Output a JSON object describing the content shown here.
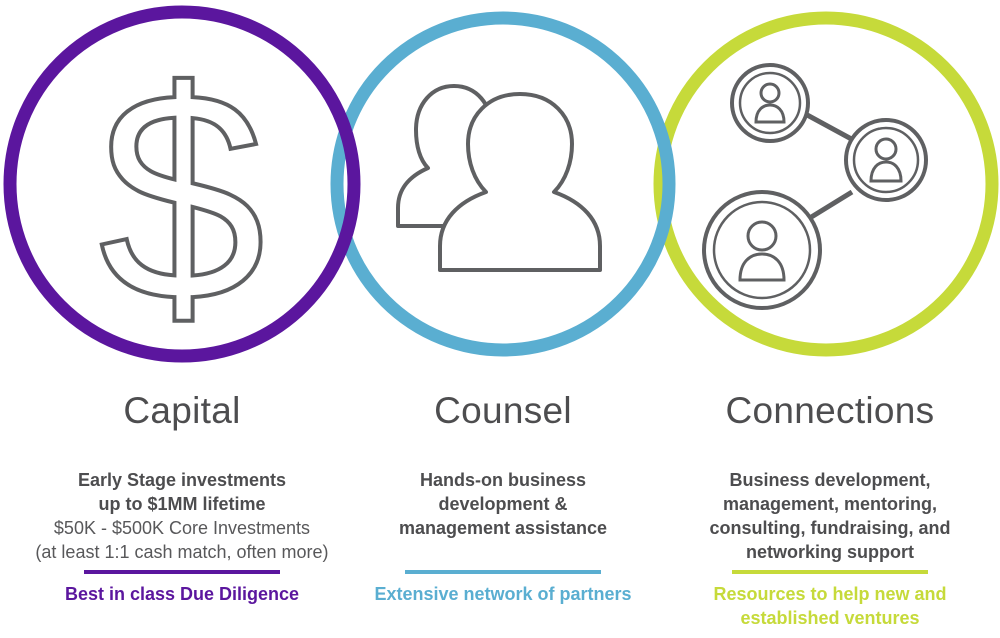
{
  "colors": {
    "capital": "#5b169e",
    "counsel": "#5aaed1",
    "connections": "#c6da3a",
    "icon": "#5f6062",
    "text": "#4d4d4f"
  },
  "columns": [
    {
      "icon": "dollar-sign-icon",
      "title": "Capital",
      "lines_bold": [
        "Early Stage investments",
        "up to $1MM lifetime"
      ],
      "lines_light": [
        "$50K - $500K Core Investments",
        "(at least 1:1 cash match, often more)"
      ],
      "tagline": "Best in class Due Diligence"
    },
    {
      "icon": "people-icon",
      "title": "Counsel",
      "lines_bold": [
        "Hands-on business",
        "development &",
        "management assistance"
      ],
      "tagline": "Extensive network of partners"
    },
    {
      "icon": "network-icon",
      "title": "Connections",
      "lines_bold": [
        "Business development,",
        "management, mentoring,",
        "consulting, fundraising, and",
        "networking support"
      ],
      "tagline_lines": [
        "Resources to help new and",
        "established ventures"
      ]
    }
  ]
}
